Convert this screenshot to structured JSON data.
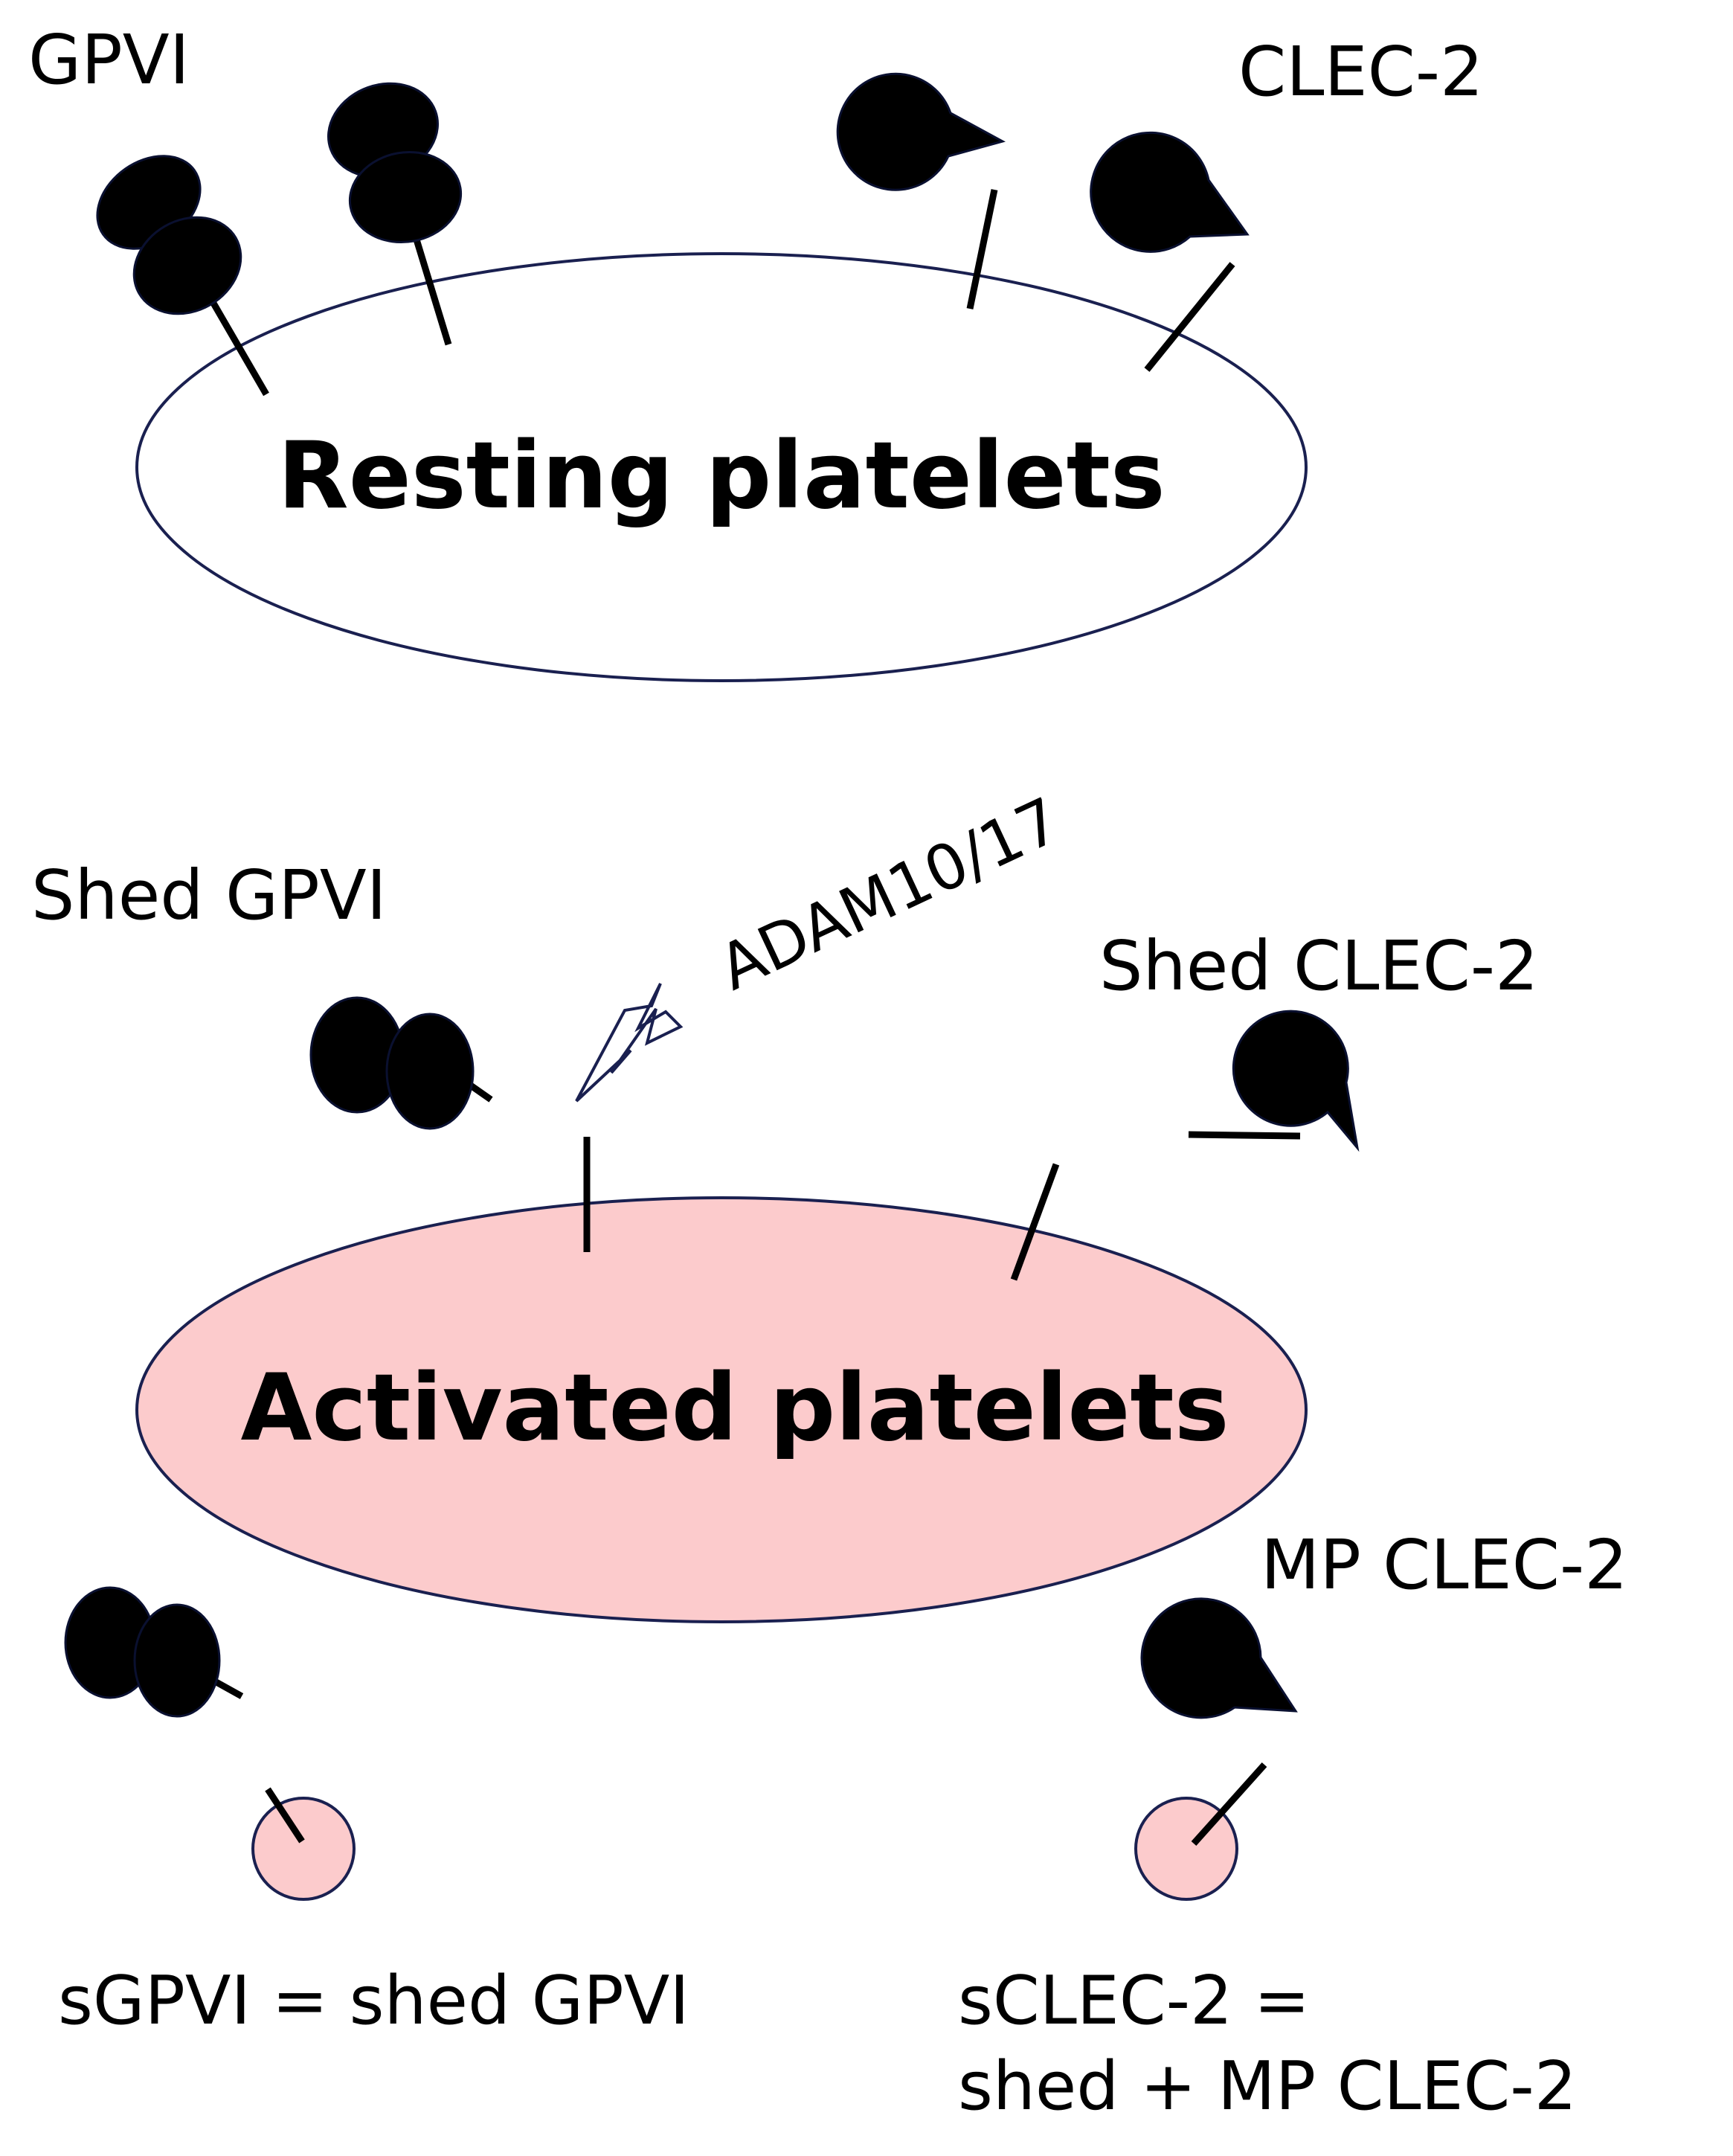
{
  "labels": {
    "gpvi": "GPVI",
    "clec2": "CLEC-2",
    "resting": "Resting platelets",
    "shed_gpvi": "Shed GPVI",
    "adam": "ADAM10/17",
    "shed_clec2": "Shed CLEC-2",
    "activated": "Activated platelets",
    "mp_clec2": "MP CLEC-2",
    "sgpvi_def": "sGPVI = shed GPVI",
    "sclec2_def_line1": "sCLEC-2 =",
    "sclec2_def_line2": "shed + MP CLEC-2"
  },
  "colors": {
    "resting_fill": "#ffffff",
    "activated_fill": "#fccbcc",
    "membrane_stroke": "#1a2050",
    "receptor": "#000000",
    "microparticle_fill": "#fccbcc"
  },
  "icons": {
    "gpvi": "double-lobe-receptor-icon",
    "clec2": "pacman-receptor-icon",
    "adam": "lightning-bolt-icon",
    "microparticle": "circle-icon"
  }
}
